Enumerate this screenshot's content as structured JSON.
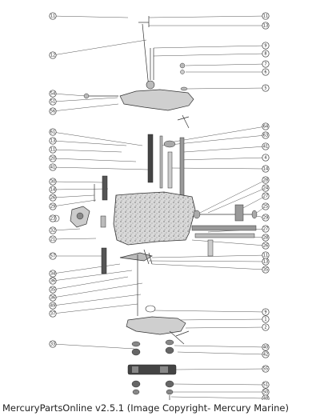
{
  "caption": "MercuryPartsOnline v2.5.1 (Image Copyright- Mercury Marine)",
  "callouts_left": [
    "11",
    "12",
    "54",
    "51",
    "56",
    "61",
    "13",
    "11",
    "20",
    "41",
    "30",
    "14",
    "26",
    "29",
    "23",
    "32",
    "21",
    "57",
    "34",
    "36",
    "35",
    "36",
    "49",
    "37",
    "33"
  ],
  "callouts_right": [
    "11",
    "13",
    "9",
    "8",
    "7",
    "6",
    "5",
    "64",
    "63",
    "41",
    "4",
    "14",
    "28",
    "24",
    "27",
    "25",
    "29",
    "27",
    "28",
    "26",
    "11",
    "13",
    "35",
    "9",
    "1",
    "2",
    "40",
    "42",
    "55",
    "51",
    "50",
    "48"
  ]
}
